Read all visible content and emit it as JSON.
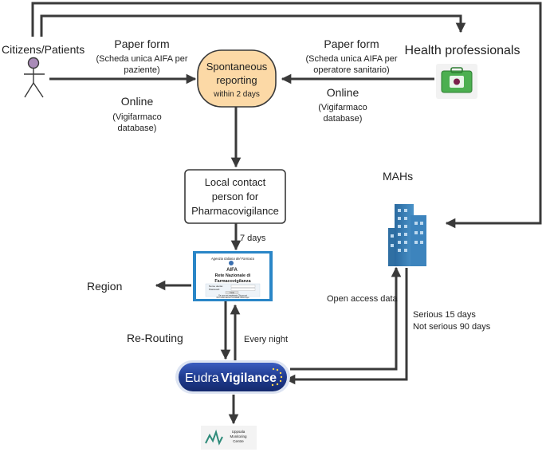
{
  "actors": {
    "citizens": "Citizens/Patients",
    "health_professionals": "Health professionals",
    "mahs": "MAHs",
    "region": "Region"
  },
  "left_input": {
    "paper_title": "Paper form",
    "paper_sub_1": "(Scheda unica AIFA per",
    "paper_sub_2": "paziente)",
    "online_title": "Online",
    "online_sub_1": "(Vigifarmaco",
    "online_sub_2": "database)"
  },
  "right_input": {
    "paper_title": "Paper form",
    "paper_sub_1": "(Scheda unica AIFA per",
    "paper_sub_2": "operatore sanitario)",
    "online_title": "Online",
    "online_sub_1": "(Vigifarmaco",
    "online_sub_2": "database)"
  },
  "spontaneous": {
    "line1": "Spontaneous",
    "line2": "reporting",
    "line3": "within 2 days",
    "fill": "#fcd9a6"
  },
  "local_contact": {
    "line1": "Local contact",
    "line2": "person for",
    "line3": "Pharmacovigilance"
  },
  "edges": {
    "seven_days": "7 days",
    "re_routing": "Re-Routing",
    "every_night": "Every night",
    "open_access": "Open access data",
    "serious": "Serious 15 days",
    "not_serious": "Not serious 90 days"
  },
  "aifa_screen": {
    "agency": "Agenzia Italiana del Farmaco",
    "logo": "AIFA",
    "title_1": "Rete Nazionale di",
    "title_2": "Farmacovigilanza",
    "field_user": "Nome utente:",
    "field_password": "Password:",
    "login_button": "Invia",
    "footer_1": "Se non sei registrato Clicca qui",
    "footer_2": "Per informazioni contatta Clicca qui"
  },
  "eudravigilance": {
    "part1": "Eudra",
    "part2": "Vigilance"
  },
  "umc": {
    "line1": "Uppsala",
    "line2": "Monitoring",
    "line3": "Centre"
  },
  "icons": {
    "actor": "stick-figure-icon",
    "hp": "medical-kit-icon",
    "mahs": "office-building-icon",
    "umc": "umc-logo-icon"
  },
  "colors": {
    "actor_head": "#a98bb8",
    "kit_green": "#4caf50",
    "building_blue": "#2f6fa3",
    "eudra_blue": "#1f3b8f",
    "aifa_frame": "#2a86c7"
  }
}
